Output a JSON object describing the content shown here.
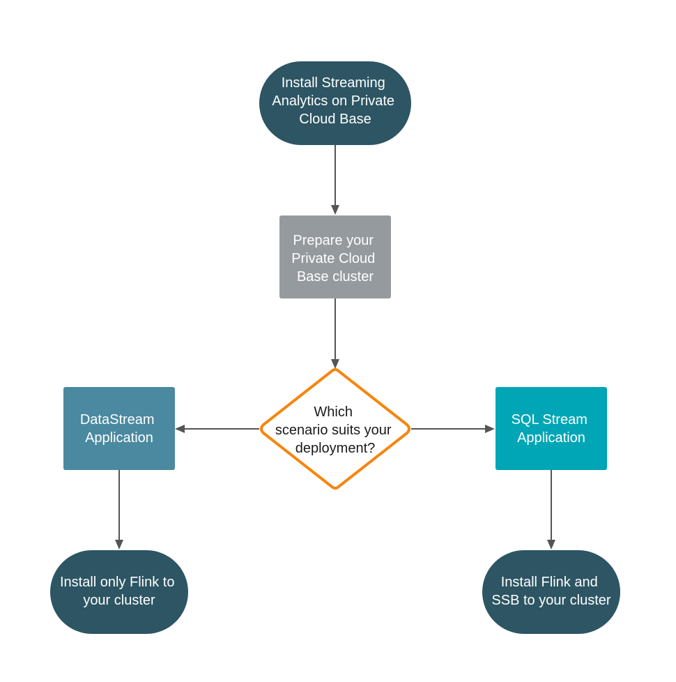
{
  "nodes": {
    "start": {
      "lines": [
        "Install Streaming",
        "Analytics on Private",
        "Cloud Base"
      ],
      "color": "#2d5563"
    },
    "prepare": {
      "lines": [
        "Prepare your",
        "Private Cloud",
        "Base cluster"
      ],
      "color": "#959a9f"
    },
    "decision": {
      "lines": [
        "Which",
        "scenario suits your",
        "deployment?"
      ],
      "border_color": "#f5860f",
      "fill_color": "#ffffff"
    },
    "datastream": {
      "lines": [
        "DataStream",
        "Application"
      ],
      "color": "#4a89a0"
    },
    "sqlstream": {
      "lines": [
        "SQL Stream",
        "Application"
      ],
      "color": "#00a6b5"
    },
    "end_left": {
      "lines": [
        "Install only Flink to",
        "your cluster"
      ],
      "color": "#2d5563"
    },
    "end_right": {
      "lines": [
        "Install Flink and",
        "SSB to your cluster"
      ],
      "color": "#2d5563"
    }
  },
  "connector_color": "#555555"
}
